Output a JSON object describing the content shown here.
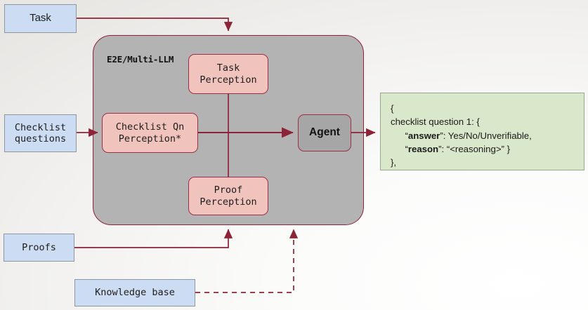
{
  "diagram": {
    "title": "E2E/Multi-LLM agent checklist verification pipeline",
    "colors": {
      "input_box_fill": "#ccdcf2",
      "input_box_stroke": "#8e96a0",
      "container_fill": "#b3b3b3",
      "accent_stroke": "#9e3045",
      "perception_fill": "#f0c3bd",
      "agent_fill": "#a6a6a6",
      "output_fill": "#d9e7cb",
      "output_stroke": "#9aa78c",
      "arrow": "#8c2337",
      "background": "#f2f1ef"
    }
  },
  "inputs": [
    {
      "id": "task",
      "label": "Task"
    },
    {
      "id": "checklist-questions",
      "label": "Checklist\nquestions"
    },
    {
      "id": "proofs",
      "label": "Proofs"
    },
    {
      "id": "knowledge-base",
      "label": "Knowledge base"
    }
  ],
  "container": {
    "label": "E2E/Multi-LLM"
  },
  "modules": [
    {
      "id": "task-perception",
      "label": "Task\nPerception"
    },
    {
      "id": "checklist-qn-perception",
      "label": "Checklist Qn\nPerception*"
    },
    {
      "id": "proof-perception",
      "label": "Proof\nPerception"
    },
    {
      "id": "agent",
      "label": "Agent"
    }
  ],
  "output": {
    "lines": [
      {
        "indent": 0,
        "parts": [
          {
            "text": "{",
            "bold": false
          }
        ]
      },
      {
        "indent": 0,
        "parts": [
          {
            "text": "checklist question 1: {",
            "bold": false
          }
        ]
      },
      {
        "indent": 1,
        "parts": [
          {
            "text": "“",
            "bold": false
          },
          {
            "text": "answer",
            "bold": true
          },
          {
            "text": "”: Yes/No/Unverifiable,",
            "bold": false
          }
        ]
      },
      {
        "indent": 1,
        "parts": [
          {
            "text": "“",
            "bold": false
          },
          {
            "text": "reason",
            "bold": true
          },
          {
            "text": "”: “<reasoning>” }",
            "bold": false
          }
        ]
      },
      {
        "indent": 0,
        "parts": [
          {
            "text": "},",
            "bold": false
          }
        ]
      }
    ],
    "line_1": "{",
    "line_2": "checklist question 1: {",
    "line_3_key": "answer",
    "line_3_value": "”: Yes/No/Unverifiable,",
    "line_4_key": "reason",
    "line_4_value": "”: “<reasoning>” }",
    "line_5": "},"
  },
  "edges": [
    {
      "id": "task-to-container",
      "from": "task",
      "to": "container-e2e",
      "style": "solid",
      "arrow": true
    },
    {
      "id": "checklist-questions-to-checklist-qn-perception",
      "from": "checklist-questions",
      "to": "checklist-qn-perception",
      "style": "solid",
      "arrow": true
    },
    {
      "id": "task-perception-to-agent-bus",
      "from": "task-perception",
      "to": "agent",
      "style": "solid",
      "arrow": false
    },
    {
      "id": "proof-perception-to-agent-bus",
      "from": "proof-perception",
      "to": "agent",
      "style": "solid",
      "arrow": false
    },
    {
      "id": "checklist-qn-perception-to-agent",
      "from": "checklist-qn-perception",
      "to": "agent",
      "style": "solid",
      "arrow": true
    },
    {
      "id": "agent-to-output",
      "from": "agent",
      "to": "output",
      "style": "solid",
      "arrow": true
    },
    {
      "id": "proofs-to-container",
      "from": "proofs",
      "to": "container-e2e",
      "style": "solid",
      "arrow": true
    },
    {
      "id": "knowledge-base-to-container",
      "from": "knowledge-base",
      "to": "container-e2e",
      "style": "dashed",
      "arrow": true
    }
  ]
}
